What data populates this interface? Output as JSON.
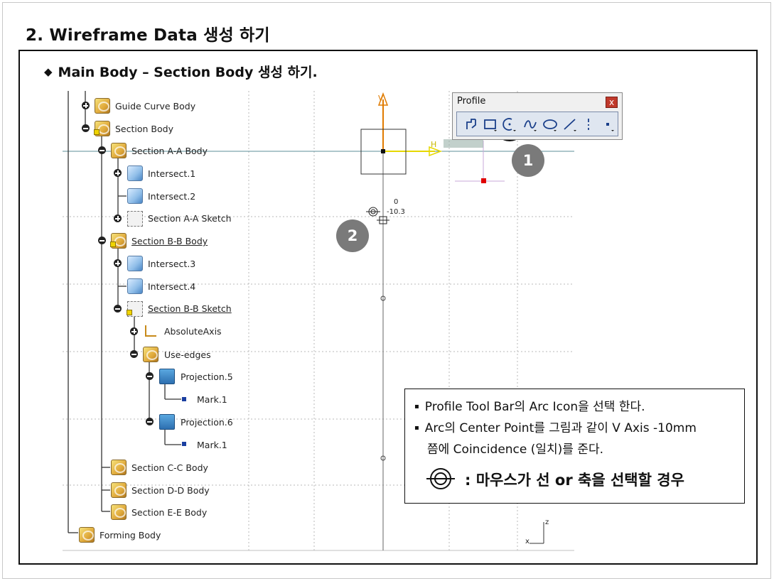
{
  "title": "2. Wireframe Data 생성 하기",
  "subtitle": "Main Body – Section Body 생성 하기.",
  "subtitle_bullet": "◆",
  "tree": {
    "items": [
      {
        "label": "Guide Curve Body",
        "icon": "body-icon",
        "toggle": "plus"
      },
      {
        "label": "Section Body",
        "icon": "body-icon",
        "toggle": "minus"
      },
      {
        "label": "Section A-A Body",
        "icon": "body-icon",
        "toggle": "minus"
      },
      {
        "label": "Intersect.1",
        "icon": "intersect-icon",
        "toggle": "plus"
      },
      {
        "label": "Intersect.2",
        "icon": "intersect-icon",
        "toggle": "none"
      },
      {
        "label": "Section A-A Sketch",
        "icon": "sketch-icon",
        "toggle": "plus"
      },
      {
        "label": "Section B-B Body",
        "icon": "body-icon",
        "toggle": "minus",
        "underline": true
      },
      {
        "label": "Intersect.3",
        "icon": "intersect-icon",
        "toggle": "plus"
      },
      {
        "label": "Intersect.4",
        "icon": "intersect-icon",
        "toggle": "none"
      },
      {
        "label": "Section B-B Sketch",
        "icon": "sketch-icon",
        "toggle": "minus",
        "underline": true
      },
      {
        "label": "AbsoluteAxis",
        "icon": "axis-icon",
        "toggle": "plus"
      },
      {
        "label": "Use-edges",
        "icon": "body-icon",
        "toggle": "minus"
      },
      {
        "label": "Projection.5",
        "icon": "projection-icon",
        "toggle": "minus"
      },
      {
        "label": "Mark.1",
        "icon": "mark-icon",
        "toggle": "none"
      },
      {
        "label": "Projection.6",
        "icon": "projection-icon",
        "toggle": "minus"
      },
      {
        "label": "Mark.1",
        "icon": "mark-icon",
        "toggle": "none"
      },
      {
        "label": "Section C-C Body",
        "icon": "body-icon",
        "toggle": "none"
      },
      {
        "label": "Section D-D Body",
        "icon": "body-icon",
        "toggle": "none"
      },
      {
        "label": "Section E-E Body",
        "icon": "body-icon",
        "toggle": "none"
      },
      {
        "label": "Forming Body",
        "icon": "body-icon",
        "toggle": "none"
      }
    ]
  },
  "toolbar": {
    "title": "Profile",
    "close": "x",
    "buttons": [
      "profile-icon",
      "rectangle-icon",
      "arc-icon",
      "spline-icon",
      "ellipse-icon",
      "line-icon",
      "axis-line-icon",
      "point-icon"
    ]
  },
  "canvas": {
    "axis_h": "H",
    "axis_v": "V",
    "coord_line1": "0",
    "coord_line2": "-10.3",
    "compass_z": "z",
    "compass_x": "x"
  },
  "badges": {
    "one": "1",
    "two": "2"
  },
  "info": {
    "line1": "Profile Tool Bar의 Arc Icon을 선택 한다.",
    "line2": "Arc의 Center Point를 그림과 같이 V Axis -10mm",
    "line3": "쯤에 Coincidence (일치)를 준다.",
    "legend": ": 마우스가 선 or 축을 선택할 경우",
    "bullet": "▪"
  },
  "colors": {
    "v_axis": "#e07b00",
    "h_axis": "#e6d800",
    "badge": "#7a7a7a",
    "point": "#e00000"
  }
}
